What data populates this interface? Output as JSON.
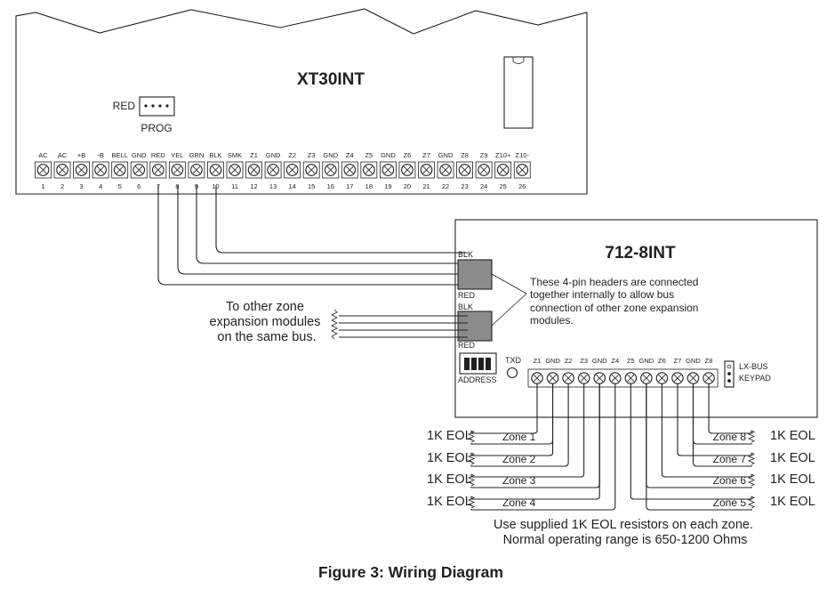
{
  "panel": {
    "model": "XT30INT",
    "prog_color": "RED",
    "prog_label": "PROG",
    "terminals": [
      {
        "label": "AC",
        "number": "1"
      },
      {
        "label": "AC",
        "number": "2"
      },
      {
        "label": "+B",
        "number": "3"
      },
      {
        "label": "-B",
        "number": "4"
      },
      {
        "label": "BELL",
        "number": "5"
      },
      {
        "label": "GND",
        "number": "6"
      },
      {
        "label": "RED",
        "number": "7"
      },
      {
        "label": "YEL",
        "number": "8"
      },
      {
        "label": "GRN",
        "number": "9"
      },
      {
        "label": "BLK",
        "number": "10"
      },
      {
        "label": "SMK",
        "number": "11"
      },
      {
        "label": "Z1",
        "number": "12"
      },
      {
        "label": "GND",
        "number": "13"
      },
      {
        "label": "Z2",
        "number": "14"
      },
      {
        "label": "Z3",
        "number": "15"
      },
      {
        "label": "GND",
        "number": "16"
      },
      {
        "label": "Z4",
        "number": "17"
      },
      {
        "label": "Z5",
        "number": "18"
      },
      {
        "label": "GND",
        "number": "19"
      },
      {
        "label": "Z6",
        "number": "20"
      },
      {
        "label": "Z7",
        "number": "21"
      },
      {
        "label": "GND",
        "number": "22"
      },
      {
        "label": "Z8",
        "number": "23"
      },
      {
        "label": "Z9",
        "number": "24"
      },
      {
        "label": "Z10+",
        "number": "25"
      },
      {
        "label": "Z10-",
        "number": "26"
      }
    ]
  },
  "module": {
    "model": "712-8INT",
    "header_top": {
      "blk": "BLK",
      "red": "RED"
    },
    "header_bottom": {
      "blk": "BLK",
      "red": "RED"
    },
    "header_note": [
      "These 4-pin headers are connected",
      "together internally to allow bus",
      "connection of other zone expansion",
      "modules."
    ],
    "txd_label": "TXD",
    "address_label": "ADDRESS",
    "jumper_labels": [
      "LX-BUS",
      "KEYPAD"
    ],
    "terminal_labels": [
      "Z1",
      "GND",
      "Z2",
      "Z3",
      "GND",
      "Z4",
      "Z5",
      "GND",
      "Z6",
      "Z7",
      "GND",
      "Z8"
    ]
  },
  "bus_note": [
    "To other zone",
    "expansion modules",
    "on the same bus."
  ],
  "zones_left": [
    {
      "resistor": "1K EOL",
      "zone": "Zone 1"
    },
    {
      "resistor": "1K EOL",
      "zone": "Zone 2"
    },
    {
      "resistor": "1K EOL",
      "zone": "Zone 3"
    },
    {
      "resistor": "1K EOL",
      "zone": "Zone 4"
    }
  ],
  "zones_right": [
    {
      "resistor": "1K EOL",
      "zone": "Zone 8"
    },
    {
      "resistor": "1K EOL",
      "zone": "Zone 7"
    },
    {
      "resistor": "1K EOL",
      "zone": "Zone 6"
    },
    {
      "resistor": "1K EOL",
      "zone": "Zone 5"
    }
  ],
  "resistor_note": [
    "Use supplied 1K EOL resistors on each zone.",
    "Normal operating range is 650-1200 Ohms"
  ],
  "caption": "Figure 3:  Wiring Diagram"
}
